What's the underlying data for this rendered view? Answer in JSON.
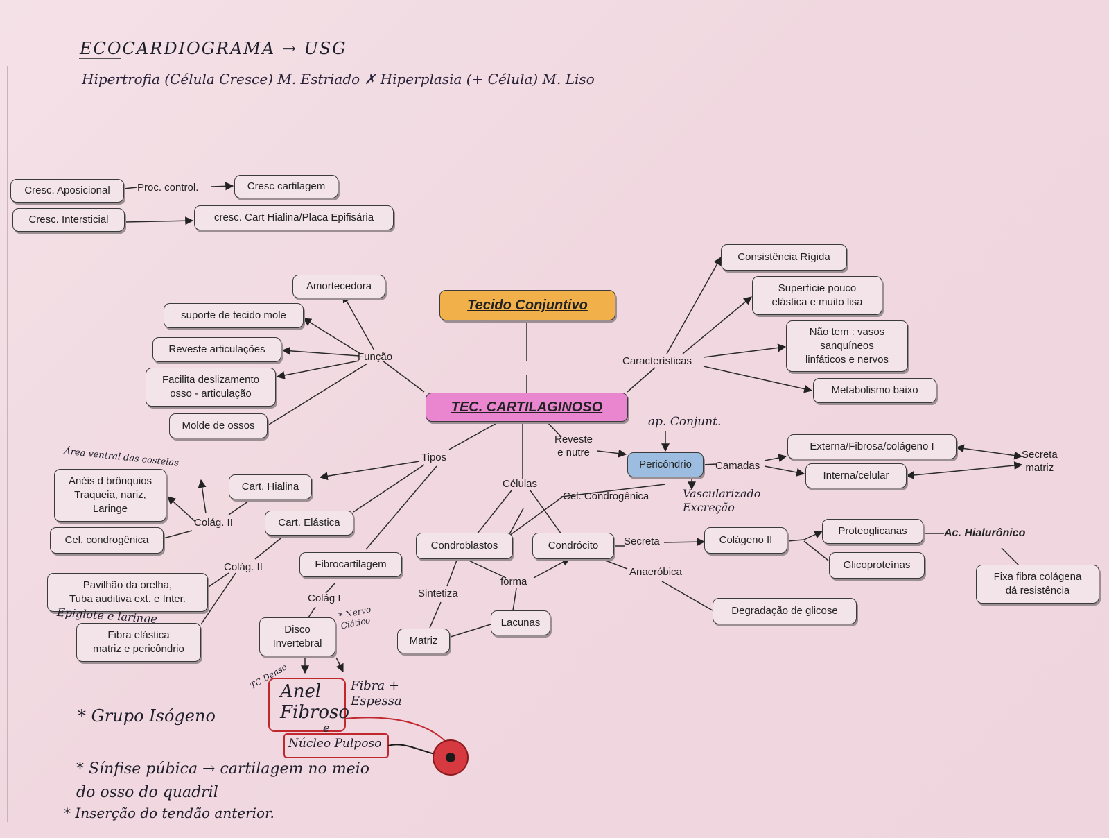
{
  "colors": {
    "paper": "#f4e1e7",
    "central": "#ea86d0",
    "root": "#f2b04a",
    "pericondrio": "#9dbde0",
    "red_ink": "#c0282e"
  },
  "header": {
    "line1": "ECOCARDIOGRAMA → USG",
    "line2": "Hipertrofia (Célula Cresce) M. Estriado ✗ Hiperplasia (+ Célula) M. Liso"
  },
  "growth": {
    "aposicional": "Cresc. Aposicional",
    "proc_control": "Proc. control.",
    "cresc_cartilagem": "Cresc cartilagem",
    "intersticial": "Cresc. Intersticial",
    "hialina_placa": "cresc. Cart Hialina/Placa Epifisária"
  },
  "root": "Tecido Conjuntivo",
  "central": "TEC. CARTILAGINOSO",
  "funcao": {
    "label": "Função",
    "items": [
      "Amortecedora",
      "suporte de tecido mole",
      "Reveste articulações",
      "Facilita deslizamento\nosso - articulação",
      "Molde de ossos"
    ]
  },
  "caracteristicas": {
    "label": "Características",
    "items": [
      "Consistência Rígida",
      "Superfície pouco\nelástica e muito lisa",
      "Não tem : vasos\nsanquíneos\nlinfáticos e nervos",
      "Metabolismo baixo"
    ]
  },
  "pericondrio": {
    "link": "Reveste\ne nutre",
    "node": "Pericôndrio",
    "camadas": "Camadas",
    "externa": "Externa/Fibrosa/colágeno I",
    "interna": "Interna/celular",
    "secreta": "Secreta\nmatriz",
    "note_top": "ap. Conjunt.",
    "note_bottom": "Vasculari­zado\nExcreção"
  },
  "tipos": {
    "label": "Tipos",
    "hialina": "Cart. Hialina",
    "colag2a": "Colág. II",
    "aneis": "Anéis d brônquios\nTraqueia, nariz,\nLaringe",
    "cel_condro": "Cel. condrogênica",
    "area_ventral": "Área ventral das costelas",
    "elastica": "Cart. Elástica",
    "colag2b": "Colág. II",
    "pavilhao": "Pavilhão da orelha,\nTuba auditiva ext. e Inter.",
    "epiglote": "Epiglote e laringe",
    "fibra_elastica": "Fibra elástica\nmatriz e pericôndrio",
    "fibro": "Fibrocartilagem",
    "colag1": "Colág I",
    "disco": "Disco\nInvertebral",
    "nervo": "* Nervo\nCiático",
    "tc_denso": "TC Denso",
    "anel": "Anel\nFibroso",
    "e": "e",
    "nucleo": "Núcleo Pulposo",
    "fibra_espessa": "Fibra +\nEspessa"
  },
  "celulas": {
    "label": "Células",
    "cel_condrogenica": "Cel. Condrogênica",
    "condroblastos": "Condroblastos",
    "condrocito": "Condrócito",
    "forma": "forma",
    "sintetiza": "Sintetiza",
    "matriz": "Matriz",
    "lacunas": "Lacunas",
    "secreta": "Secreta",
    "colageno2": "Colágeno II",
    "proteoglicanas": "Proteoglicanas",
    "glicoproteinas": "Glicoproteínas",
    "ac_hialuronico": "Ac. Hialurônico",
    "fixa": "Fixa fibra colágena\ndá resistência",
    "anaerobica": "Anaeróbica",
    "degradacao": "Degradação de glicose"
  },
  "notes": {
    "grupo": "* Grupo Isógeno",
    "sinfise": "* Sínfise púbica → cartilagem no meio\ndo osso do quadril",
    "insercao": "* Inserção do tendão anterior."
  }
}
